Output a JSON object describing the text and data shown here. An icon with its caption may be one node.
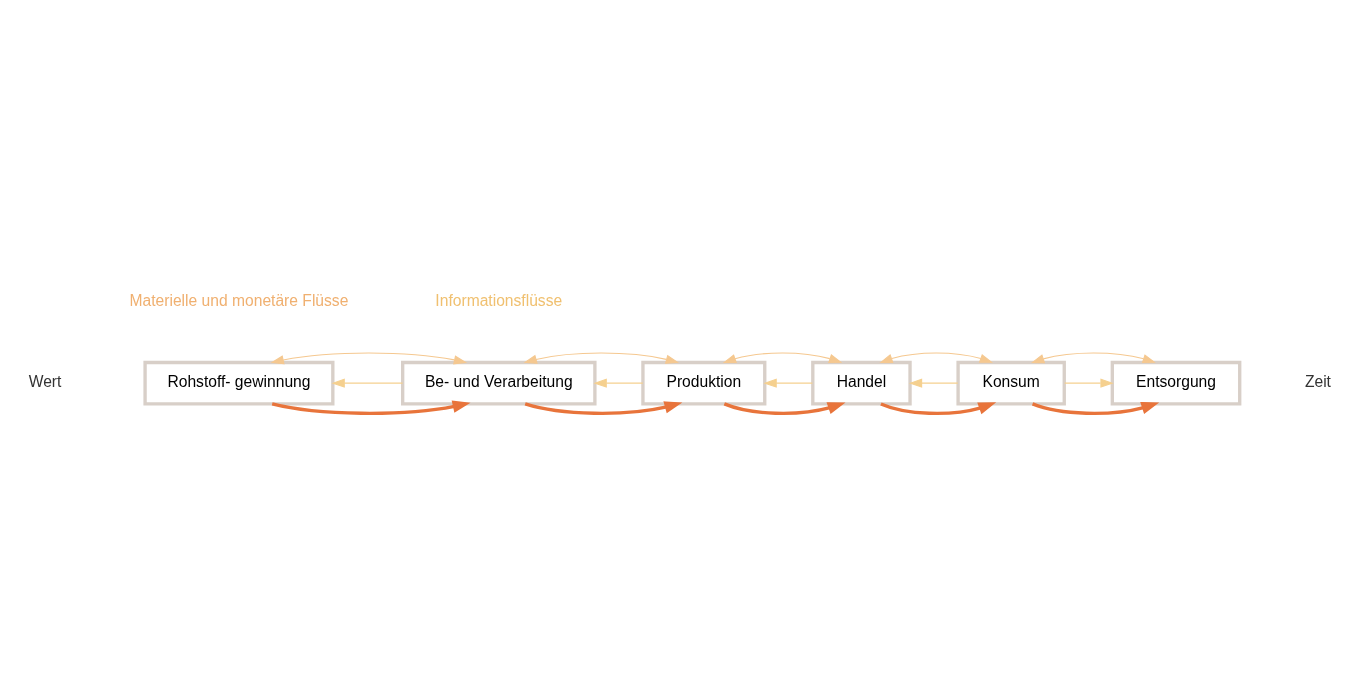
{
  "diagram": {
    "nodes": [
      {
        "text": [
          "Rohstoff- gewinnung"
        ]
      },
      {
        "text": [
          "Be- und Verarbeitung"
        ]
      },
      {
        "text": [
          "Produktion"
        ]
      },
      {
        "text": [
          "Handel"
        ]
      },
      {
        "text": [
          "Konsum"
        ]
      },
      {
        "text": [
          "Entsorgung"
        ]
      }
    ],
    "edges": [
      {
        "from": 0,
        "to": 1,
        "arrow": "to",
        "style": "thick",
        "color": "#e8743b"
      },
      {
        "from": 1,
        "to": 2,
        "arrow": "to",
        "style": "thick",
        "color": "#e8743b"
      },
      {
        "from": 2,
        "to": 3,
        "arrow": "to",
        "style": "thick",
        "color": "#e8743b"
      },
      {
        "from": 3,
        "to": 4,
        "arrow": "to",
        "style": "thick",
        "color": "#e8743b"
      },
      {
        "from": 4,
        "to": 5,
        "arrow": "to",
        "style": "thick",
        "color": "#e8743b"
      },
      {
        "from": 1,
        "to": 0,
        "arrow": "to",
        "color": "#f5d08f"
      },
      {
        "from": 2,
        "to": 1,
        "arrow": "to",
        "color": "#f5d08f"
      },
      {
        "from": 3,
        "to": 2,
        "arrow": "to",
        "color": "#f5d08f"
      },
      {
        "from": 4,
        "to": 3,
        "arrow": "to",
        "color": "#f5d08f"
      },
      {
        "from": 4,
        "to": 5,
        "arrow": "to",
        "color": "#f5d08f"
      },
      {
        "from": 0,
        "to": 1,
        "arrow": "both",
        "color": "#f5c890"
      },
      {
        "from": 1,
        "to": 2,
        "arrow": "both",
        "color": "#f5c890"
      },
      {
        "from": 2,
        "to": 3,
        "arrow": "both",
        "color": "#f5c890"
      },
      {
        "from": 3,
        "to": 4,
        "arrow": "both",
        "color": "#f5c890"
      },
      {
        "from": 4,
        "to": 5,
        "arrow": "both",
        "color": "#f5c890"
      }
    ],
    "labels": [
      "Wert",
      "Materielle und monetäre Flüsse",
      "Informationsflüsse",
      "Zeit"
    ]
  }
}
